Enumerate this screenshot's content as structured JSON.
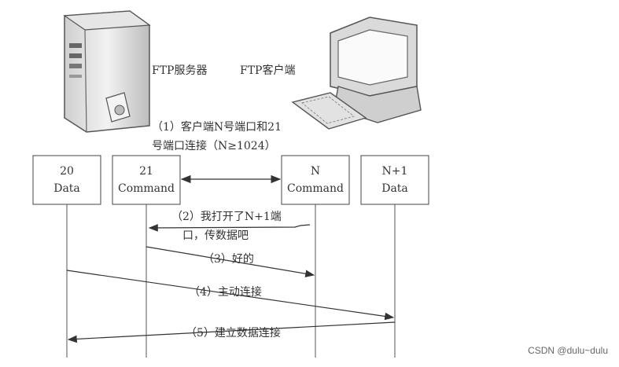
{
  "title_labels": {
    "server": "FTP服务器",
    "client": "FTP客户端"
  },
  "boxes": [
    {
      "id": "server-data",
      "line1": "20",
      "line2": "Data"
    },
    {
      "id": "server-command",
      "line1": "21",
      "line2": "Command"
    },
    {
      "id": "client-command",
      "line1": "N",
      "line2": "Command"
    },
    {
      "id": "client-data",
      "line1": "N+1",
      "line2": "Data"
    }
  ],
  "steps": [
    {
      "line1": "（1）客户端N号端口和21",
      "line2": "号端口连接（N≥1024）"
    },
    {
      "line1": "（2）我打开了N+1端",
      "line2": "口，传数据吧"
    },
    {
      "line1": "（3）好的"
    },
    {
      "line1": "（4）主动连接"
    },
    {
      "line1": "（5）建立数据连接"
    }
  ],
  "watermark": "CSDN @dulu~dulu"
}
